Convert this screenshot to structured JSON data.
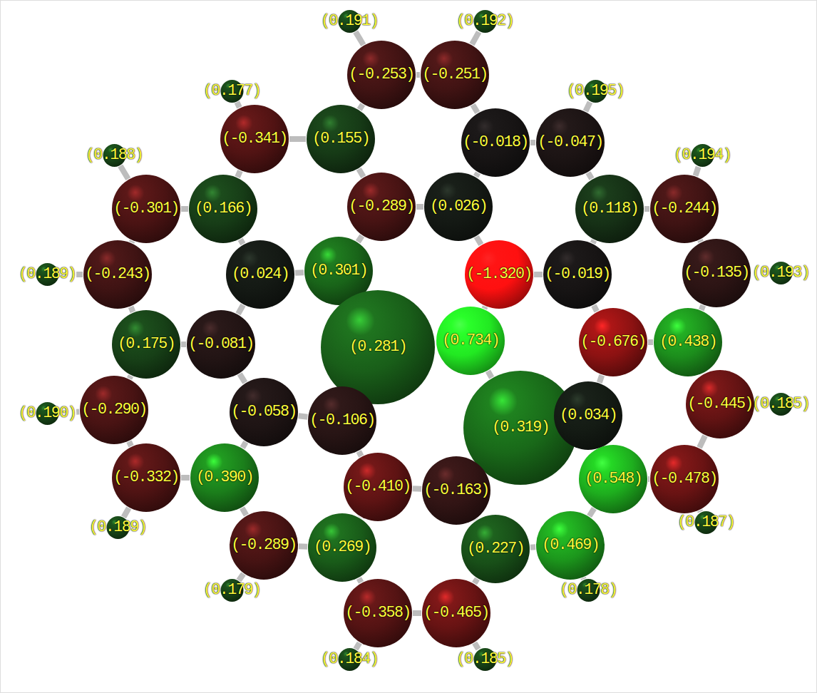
{
  "diagram": {
    "nodes": [
      {
        "text": [
          "(0.191)"
        ]
      },
      {
        "text": [
          "(0.192)"
        ]
      },
      {
        "text": [
          "(-0.253)"
        ]
      },
      {
        "text": [
          "(-0.251)"
        ]
      },
      {
        "text": [
          "(0.177)"
        ]
      },
      {
        "text": [
          "(0.195)"
        ]
      },
      {
        "text": [
          "(-0.341)"
        ]
      },
      {
        "text": [
          "(0.155)"
        ]
      },
      {
        "text": [
          "(-0.018)"
        ]
      },
      {
        "text": [
          "(-0.047)"
        ]
      },
      {
        "text": [
          "(0.188)"
        ]
      },
      {
        "text": [
          "(0.194)"
        ]
      },
      {
        "text": [
          "(-0.301)"
        ]
      },
      {
        "text": [
          "(0.166)"
        ]
      },
      {
        "text": [
          "(-0.289)"
        ]
      },
      {
        "text": [
          "(0.026)"
        ]
      },
      {
        "text": [
          "(0.118)"
        ]
      },
      {
        "text": [
          "(-0.244)"
        ]
      },
      {
        "text": [
          "(0.189)"
        ]
      },
      {
        "text": [
          "(-0.243)"
        ]
      },
      {
        "text": [
          "(0.024)"
        ]
      },
      {
        "text": [
          "(0.301)"
        ]
      },
      {
        "text": [
          "(-1.320)"
        ]
      },
      {
        "text": [
          "(-0.019)"
        ]
      },
      {
        "text": [
          "(-0.135)"
        ]
      },
      {
        "text": [
          "(0.193)"
        ]
      },
      {
        "text": [
          "(0.175)"
        ]
      },
      {
        "text": [
          "(-0.081)"
        ]
      },
      {
        "text": [
          "(0.281)"
        ]
      },
      {
        "text": [
          "(0.734)"
        ]
      },
      {
        "text": [
          "(-0.676)"
        ]
      },
      {
        "text": [
          "(0.438)"
        ]
      },
      {
        "text": [
          "(0.185)"
        ]
      },
      {
        "text": [
          "(0.190)"
        ]
      },
      {
        "text": [
          "(-0.290)"
        ]
      },
      {
        "text": [
          "(-0.058)"
        ]
      },
      {
        "text": [
          "(-0.106)"
        ]
      },
      {
        "text": [
          "(0.319)"
        ]
      },
      {
        "text": [
          "(0.034)"
        ]
      },
      {
        "text": [
          "(-0.445)"
        ]
      },
      {
        "text": [
          "(-0.332)"
        ]
      },
      {
        "text": [
          "(0.390)"
        ]
      },
      {
        "text": [
          "(-0.410)"
        ]
      },
      {
        "text": [
          "(-0.163)"
        ]
      },
      {
        "text": [
          "(0.548)"
        ]
      },
      {
        "text": [
          "(-0.478)"
        ]
      },
      {
        "text": [
          "(0.189)"
        ]
      },
      {
        "text": [
          "(0.187)"
        ]
      },
      {
        "text": [
          "(-0.289)"
        ]
      },
      {
        "text": [
          "(0.269)"
        ]
      },
      {
        "text": [
          "(0.227)"
        ]
      },
      {
        "text": [
          "(0.469)"
        ]
      },
      {
        "text": [
          "(0.179)"
        ]
      },
      {
        "text": [
          "(0.178)"
        ]
      },
      {
        "text": [
          "(-0.358)"
        ]
      },
      {
        "text": [
          "(-0.465)"
        ]
      },
      {
        "text": [
          "(0.184)"
        ]
      },
      {
        "text": [
          "(0.185)"
        ]
      }
    ],
    "edges": [
      {
        "from": 2,
        "to": 3,
        "arrow": "none"
      },
      {
        "from": 3,
        "to": 8,
        "arrow": "none"
      },
      {
        "from": 8,
        "to": 15,
        "arrow": "none"
      },
      {
        "from": 15,
        "to": 14,
        "arrow": "none"
      },
      {
        "from": 14,
        "to": 7,
        "arrow": "none"
      },
      {
        "from": 7,
        "to": 2,
        "arrow": "none"
      },
      {
        "from": 8,
        "to": 9,
        "arrow": "none"
      },
      {
        "from": 9,
        "to": 16,
        "arrow": "none"
      },
      {
        "from": 16,
        "to": 23,
        "arrow": "none"
      },
      {
        "from": 23,
        "to": 22,
        "arrow": "none"
      },
      {
        "from": 22,
        "to": 15,
        "arrow": "none"
      },
      {
        "from": 16,
        "to": 17,
        "arrow": "none"
      },
      {
        "from": 17,
        "to": 24,
        "arrow": "none"
      },
      {
        "from": 24,
        "to": 31,
        "arrow": "none"
      },
      {
        "from": 31,
        "to": 30,
        "arrow": "none"
      },
      {
        "from": 30,
        "to": 23,
        "arrow": "none"
      },
      {
        "from": 13,
        "to": 6,
        "arrow": "none"
      },
      {
        "from": 6,
        "to": 7,
        "arrow": "none"
      },
      {
        "from": 14,
        "to": 21,
        "arrow": "none"
      },
      {
        "from": 21,
        "to": 20,
        "arrow": "none"
      },
      {
        "from": 20,
        "to": 13,
        "arrow": "none"
      },
      {
        "from": 12,
        "to": 13,
        "arrow": "none"
      },
      {
        "from": 20,
        "to": 27,
        "arrow": "none"
      },
      {
        "from": 27,
        "to": 26,
        "arrow": "none"
      },
      {
        "from": 26,
        "to": 19,
        "arrow": "none"
      },
      {
        "from": 19,
        "to": 12,
        "arrow": "none"
      },
      {
        "from": 27,
        "to": 35,
        "arrow": "none"
      },
      {
        "from": 35,
        "to": 41,
        "arrow": "none"
      },
      {
        "from": 41,
        "to": 40,
        "arrow": "none"
      },
      {
        "from": 40,
        "to": 34,
        "arrow": "none"
      },
      {
        "from": 34,
        "to": 26,
        "arrow": "none"
      },
      {
        "from": 35,
        "to": 36,
        "arrow": "none"
      },
      {
        "from": 36,
        "to": 42,
        "arrow": "none"
      },
      {
        "from": 42,
        "to": 49,
        "arrow": "none"
      },
      {
        "from": 49,
        "to": 48,
        "arrow": "none"
      },
      {
        "from": 48,
        "to": 41,
        "arrow": "none"
      },
      {
        "from": 42,
        "to": 43,
        "arrow": "none"
      },
      {
        "from": 43,
        "to": 50,
        "arrow": "none"
      },
      {
        "from": 50,
        "to": 55,
        "arrow": "none"
      },
      {
        "from": 55,
        "to": 54,
        "arrow": "none"
      },
      {
        "from": 54,
        "to": 49,
        "arrow": "none"
      },
      {
        "from": 50,
        "to": 51,
        "arrow": "none"
      },
      {
        "from": 51,
        "to": 44,
        "arrow": "none"
      },
      {
        "from": 44,
        "to": 38,
        "arrow": "none"
      },
      {
        "from": 38,
        "to": 37,
        "arrow": "none"
      },
      {
        "from": 37,
        "to": 43,
        "arrow": "none"
      },
      {
        "from": 44,
        "to": 45,
        "arrow": "none"
      },
      {
        "from": 45,
        "to": 39,
        "arrow": "none"
      },
      {
        "from": 39,
        "to": 31,
        "arrow": "none"
      },
      {
        "from": 30,
        "to": 38,
        "arrow": "none"
      },
      {
        "from": 28,
        "to": 21,
        "arrow": "none"
      },
      {
        "from": 28,
        "to": 36,
        "arrow": "none"
      },
      {
        "from": 28,
        "to": 29,
        "arrow": "none"
      },
      {
        "from": 29,
        "to": 22,
        "arrow": "none"
      },
      {
        "from": 29,
        "to": 37,
        "arrow": "none"
      },
      {
        "from": 0,
        "to": 2,
        "arrow": "none"
      },
      {
        "from": 1,
        "to": 3,
        "arrow": "none"
      },
      {
        "from": 4,
        "to": 6,
        "arrow": "none"
      },
      {
        "from": 5,
        "to": 9,
        "arrow": "none"
      },
      {
        "from": 10,
        "to": 12,
        "arrow": "none"
      },
      {
        "from": 11,
        "to": 17,
        "arrow": "none"
      },
      {
        "from": 18,
        "to": 19,
        "arrow": "none"
      },
      {
        "from": 25,
        "to": 24,
        "arrow": "none"
      },
      {
        "from": 33,
        "to": 34,
        "arrow": "none"
      },
      {
        "from": 32,
        "to": 39,
        "arrow": "none"
      },
      {
        "from": 46,
        "to": 40,
        "arrow": "none"
      },
      {
        "from": 47,
        "to": 45,
        "arrow": "none"
      },
      {
        "from": 52,
        "to": 48,
        "arrow": "none"
      },
      {
        "from": 53,
        "to": 51,
        "arrow": "none"
      },
      {
        "from": 56,
        "to": 54,
        "arrow": "none"
      },
      {
        "from": 57,
        "to": 55,
        "arrow": "none"
      }
    ]
  }
}
